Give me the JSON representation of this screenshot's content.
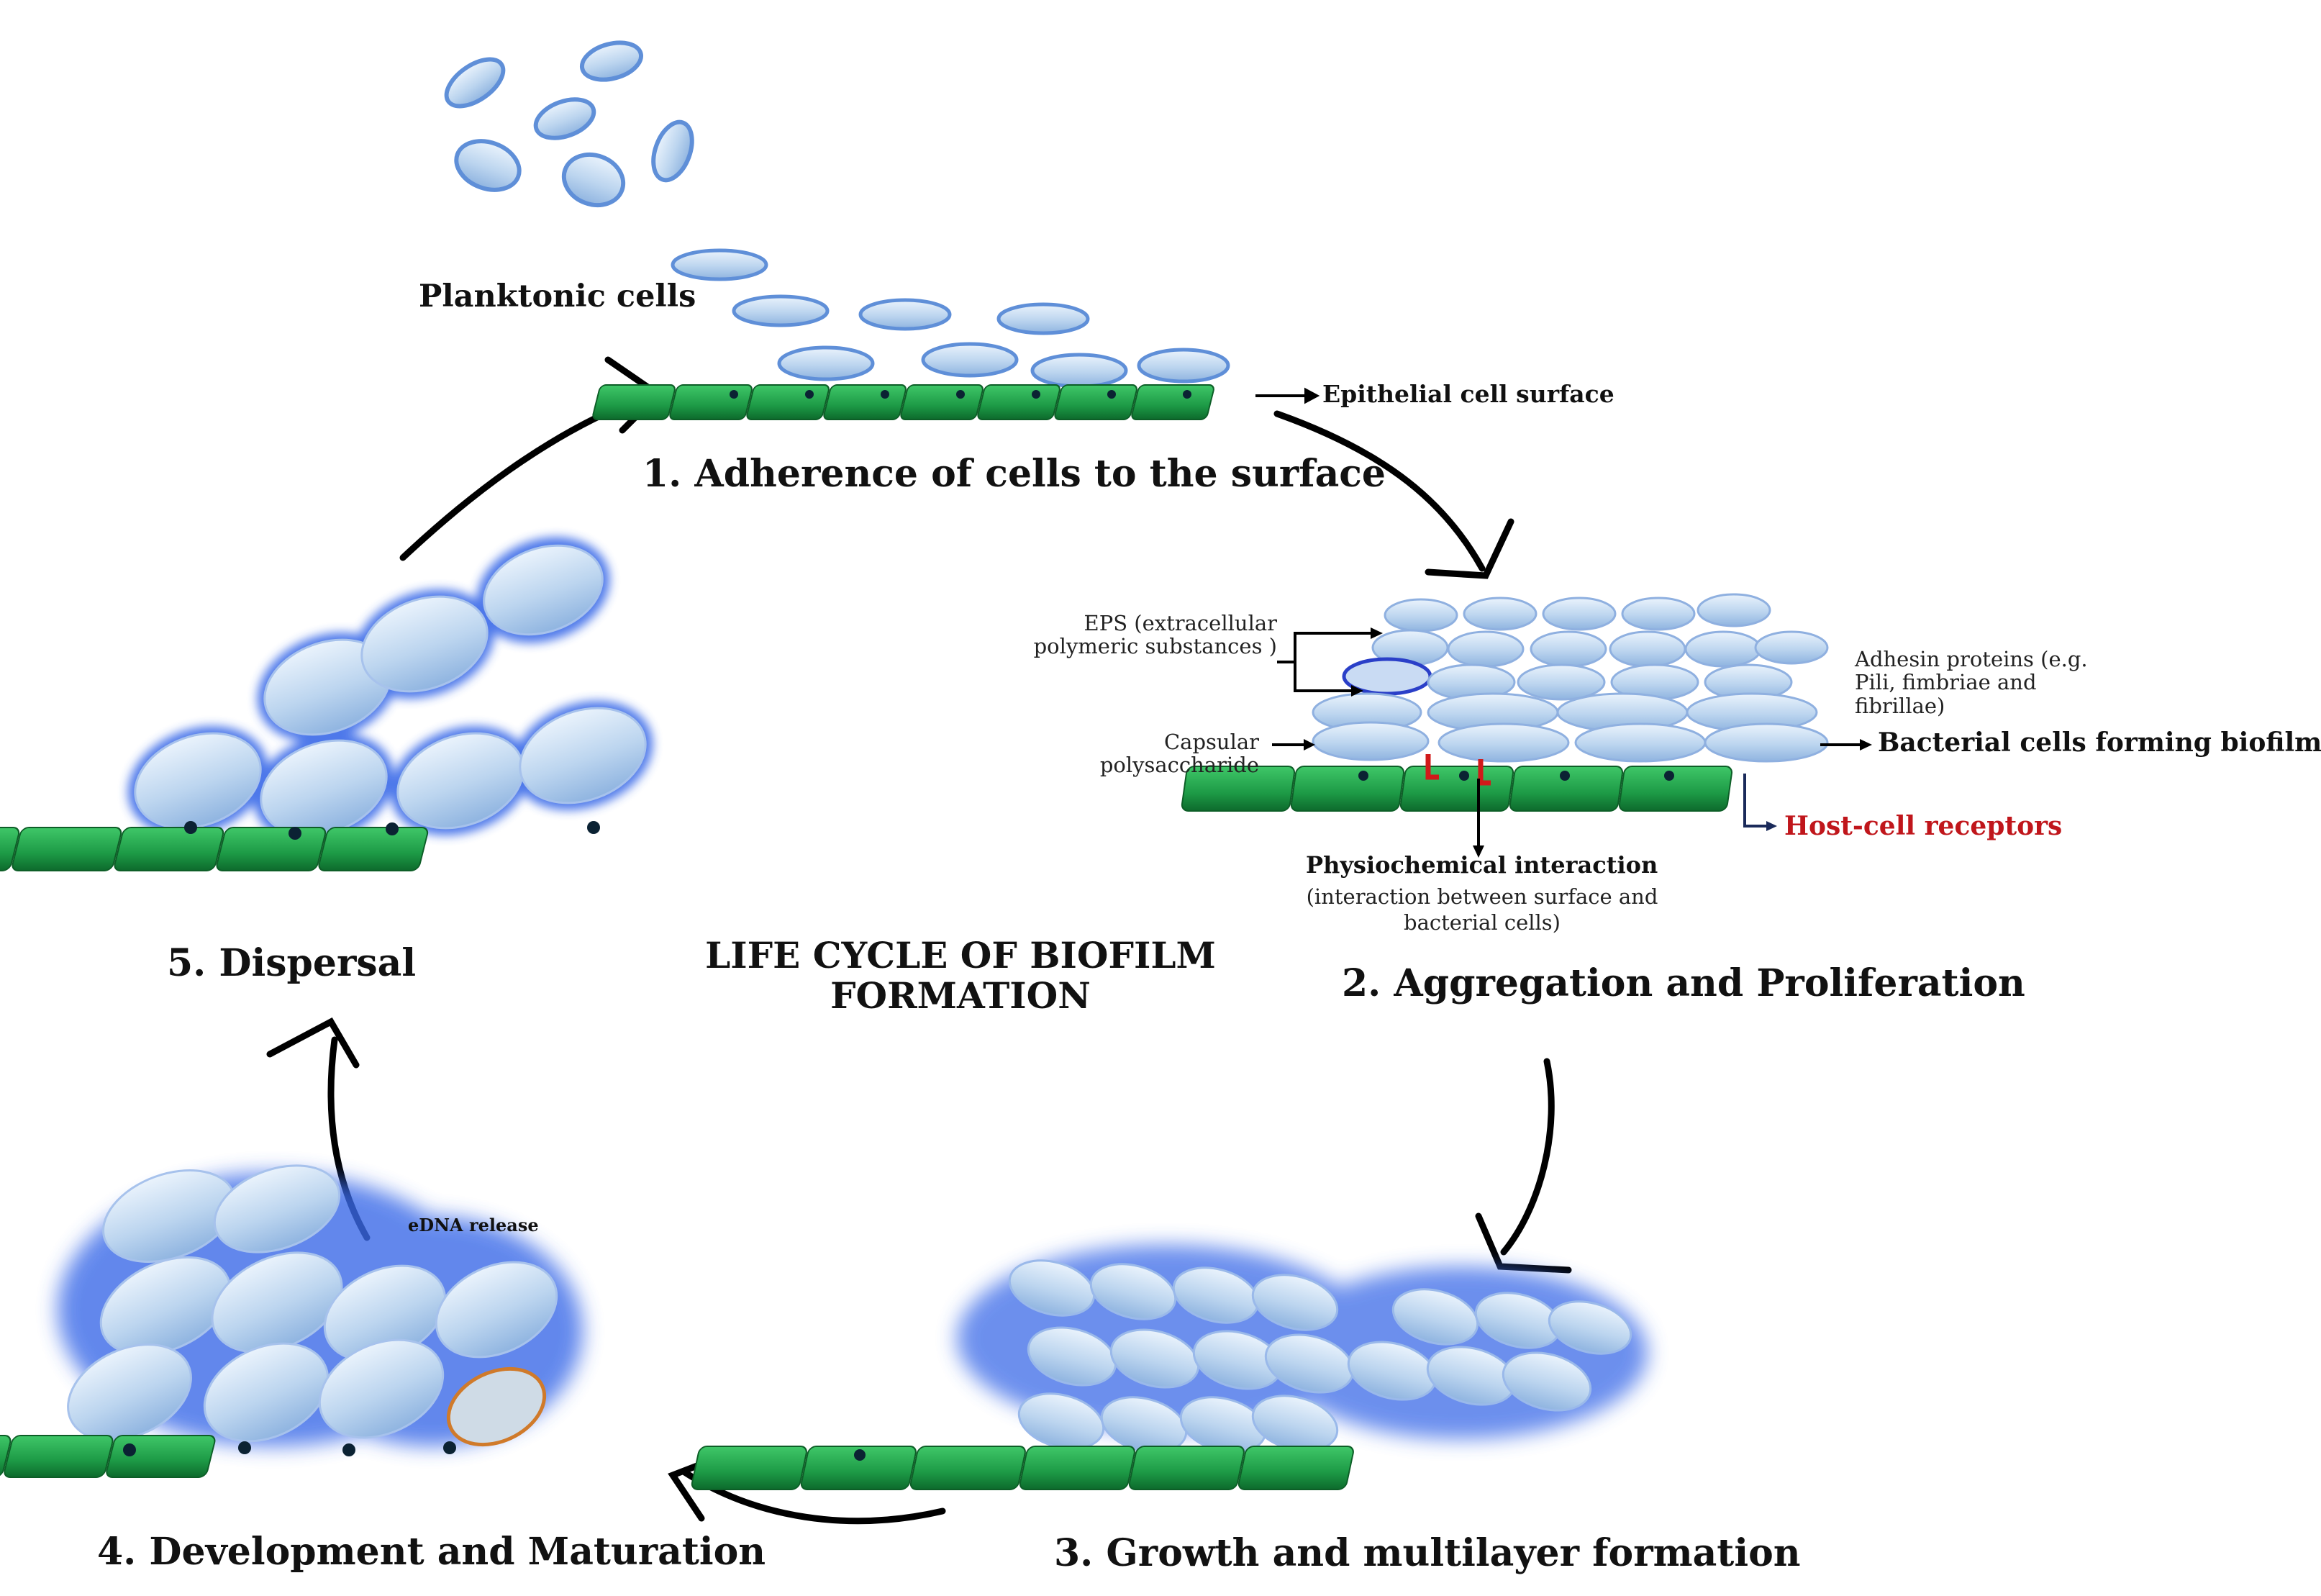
{
  "title": "LIFE CYCLE OF BIOFILM FORMATION",
  "stages": {
    "adherence": "1. Adherence of cells to the surface",
    "aggregation": "2. Aggregation and Proliferation",
    "growth": "3. Growth and multilayer formation",
    "development": "4. Development and Maturation",
    "dispersal": "5. Dispersal"
  },
  "labels": {
    "planktonic": "Planktonic cells",
    "epithelial": "Epithelial  cell surface",
    "eps": "EPS (extracellular polymeric substances )",
    "capsular": "Capsular polysaccharide",
    "adhesin": "Adhesin proteins (e.g. Pili, fimbriae and fibrillae)",
    "bacterial_cells": "Bacterial cells forming biofilm",
    "host_receptors": "Host-cell receptors",
    "physiochemical": "Physiochemical interaction",
    "physiochemical_detail": "(interaction between surface and bacterial cells)",
    "edna": "eDNA release"
  },
  "colors": {
    "cell_fill": "#b9d3ee",
    "cell_glow": "#3f6fe0",
    "surface_green": "#1f9a48",
    "nucleus": "#0b2233",
    "arrow": "#000000",
    "receptor_red": "#d11a1a",
    "receptor_text": "#c0161b"
  }
}
